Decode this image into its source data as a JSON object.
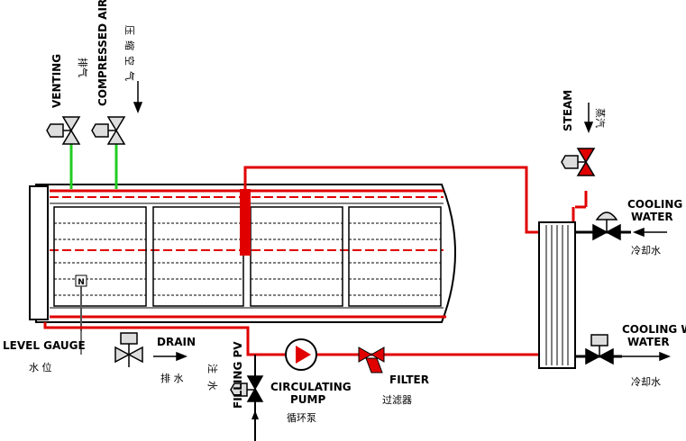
{
  "labels": {
    "venting": "VENTING",
    "venting_cn": "排气",
    "compressed_air": "COMPRESSED AIR",
    "compressed_air_cn": "压缩空气",
    "steam": "STEAM",
    "steam_cn": "蒸汽",
    "cooling_water_in": "COOLING WATER",
    "cooling_water_in_cn": "冷却水",
    "cooling_water_out": "COOLING WATER",
    "cooling_water_out_cn": "冷却水",
    "level_gauge": "LEVEL GAUGE",
    "level_gauge_cn": "水 位",
    "drain": "DRAIN",
    "drain_cn": "排 水",
    "filling_pv": "FILLING PV",
    "filling_cn": "注水",
    "circulating_pump": "CIRCULATING",
    "circulating_pump_2": "PUMP",
    "circulating_pump_cn": "循环泵",
    "filter": "FILTER",
    "filter_cn": "过滤器",
    "gauge_mark": "N"
  },
  "colors": {
    "hot_line": "#e00000",
    "air_line": "#22cc22",
    "outline": "#000000",
    "vessel_fill": "#ffffff"
  }
}
